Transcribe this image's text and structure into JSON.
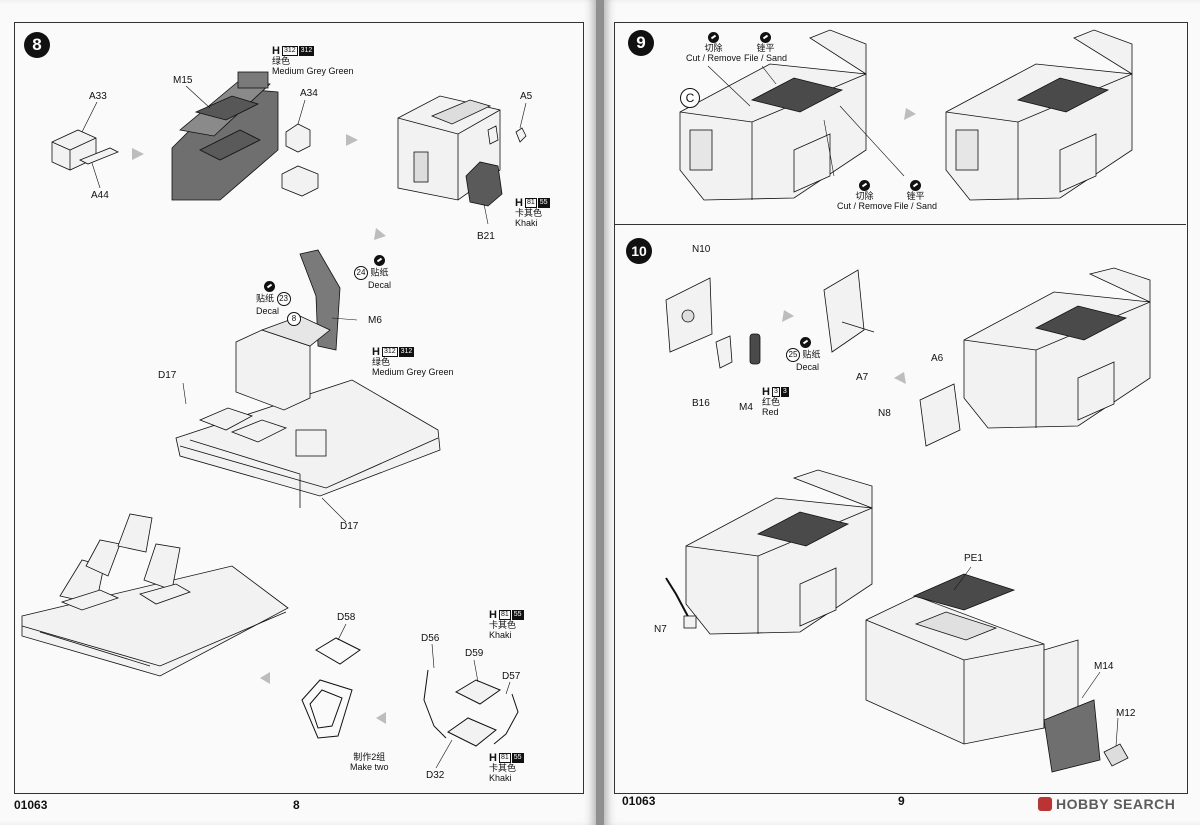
{
  "left": {
    "step": "8",
    "footer_code": "01063",
    "page_number": "8",
    "parts": {
      "a33": "A33",
      "a44": "A44",
      "m15": "M15",
      "a34": "A34",
      "a5": "A5",
      "b21": "B21",
      "d17a": "D17",
      "d17b": "D17",
      "m6": "M6",
      "d58": "D58",
      "d56": "D56",
      "d59": "D59",
      "d57": "D57",
      "d32": "D32"
    },
    "paints": {
      "top": {
        "letter": "H",
        "code1": "312",
        "code2": "312",
        "cn": "绿色",
        "en": "Medium Grey Green"
      },
      "b21": {
        "letter": "H",
        "code1": "81",
        "code2": "55",
        "cn": "卡其色",
        "en": "Khaki"
      },
      "m6": {
        "letter": "H",
        "code1": "312",
        "code2": "312",
        "cn": "绿色",
        "en": "Medium Grey Green"
      },
      "d58": {
        "letter": "H",
        "code1": "81",
        "code2": "55",
        "cn": "卡其色",
        "en": "Khaki"
      },
      "d32": {
        "letter": "H",
        "code1": "81",
        "code2": "55",
        "cn": "卡其色",
        "en": "Khaki"
      }
    },
    "decals": {
      "d24": {
        "num": "24",
        "cn": "贴纸",
        "en": "Decal"
      },
      "d23": {
        "num": "23",
        "cn": "贴纸",
        "en": "Decal"
      },
      "d8": {
        "num": "8"
      }
    },
    "make_two": {
      "cn": "制作2组",
      "en": "Make two"
    }
  },
  "right": {
    "step9": "9",
    "step10": "10",
    "footer_code": "01063",
    "page_number": "9",
    "cut1": {
      "cn": "切除",
      "en": "Cut / Remove"
    },
    "file1": {
      "cn": "锉平",
      "en": "File / Sand"
    },
    "cut2": {
      "cn": "切除",
      "en": "Cut / Remove"
    },
    "file2": {
      "cn": "锉平",
      "en": "File / Sand"
    },
    "c_label": "C",
    "parts": {
      "n10": "N10",
      "b16": "B16",
      "m4": "M4",
      "a7": "A7",
      "a6": "A6",
      "n8": "N8",
      "n7": "N7",
      "pe1": "PE1",
      "m14": "M14",
      "m12": "M12"
    },
    "decal25": {
      "num": "25",
      "cn": "贴纸",
      "en": "Decal"
    },
    "paint_m4": {
      "letter": "H",
      "code1": "3",
      "code2": "3",
      "cn": "红色",
      "en": "Red"
    },
    "watermark": "HOBBY SEARCH"
  },
  "colors": {
    "part_dark": "#6f6f6f",
    "part_light": "#f2f2f2",
    "ink": "#111111",
    "arrow": "#bdbdbd"
  }
}
